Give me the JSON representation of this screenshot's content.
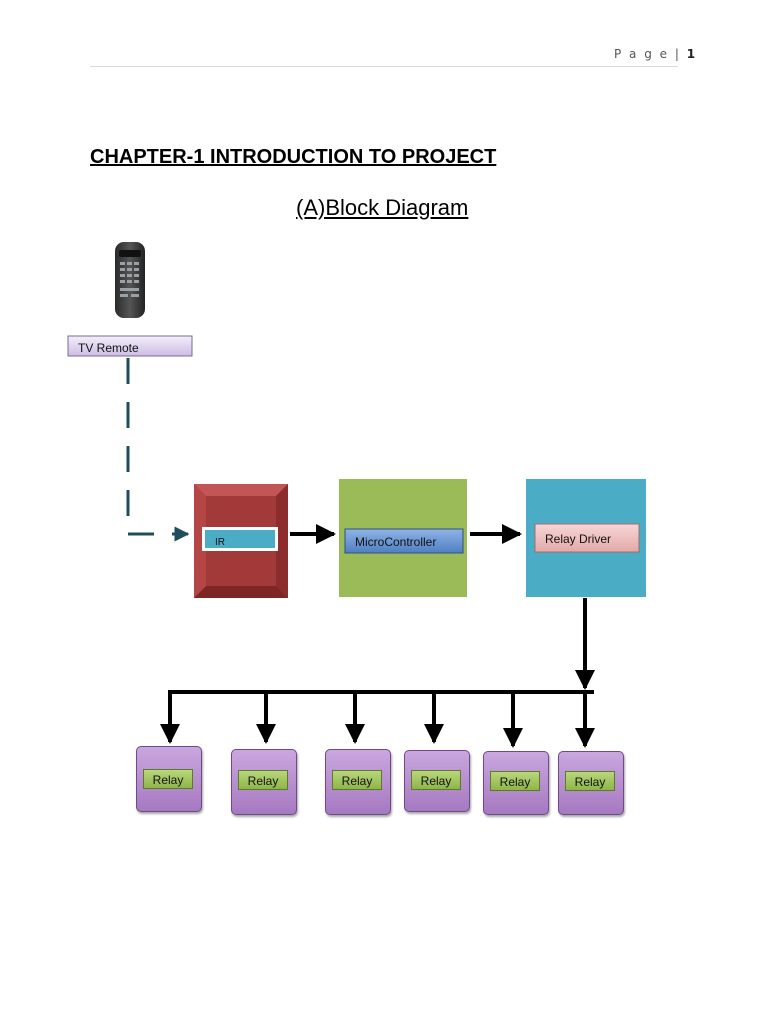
{
  "header": {
    "page_label": "P a g e  |",
    "page_number": "1"
  },
  "chapter_title": "CHAPTER-1 INTRODUCTION TO PROJECT",
  "subtitle": "(A)Block Diagram",
  "diagram": {
    "remote_label": "TV Remote",
    "ir_label": "IR",
    "mcu_label": "MicroController",
    "driver_label": "Relay Driver",
    "relays": [
      "Relay",
      "Relay",
      "Relay",
      "Relay",
      "Relay",
      "Relay"
    ]
  },
  "colors": {
    "ir_block": "#a33a3a",
    "mcu_block": "#9bbb59",
    "driver_block": "#4bacc6",
    "relay_block": "#b48fce",
    "relay_label": "#9bc158",
    "dashed_link": "#1f4e5a"
  }
}
